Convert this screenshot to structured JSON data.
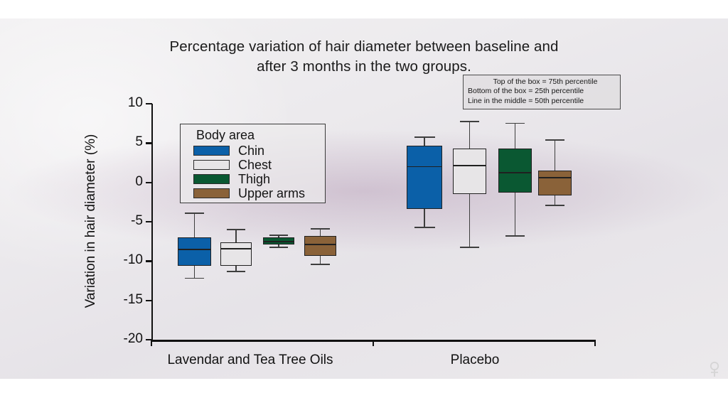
{
  "chart_data": {
    "type": "box",
    "title": "Percentage variation of hair diameter between baseline and after 3 months in the two groups.",
    "title_line1": "Percentage variation of hair diameter between baseline and",
    "title_line2": "after 3 months in the two groups.",
    "xlabel": "",
    "ylabel": "Variation in hair diameter (%)",
    "ylim": [
      -20,
      10
    ],
    "yticks": [
      10,
      5,
      0,
      -5,
      -10,
      -15,
      -20
    ],
    "ytick_labels": [
      "10",
      "5",
      "0",
      "-5",
      "-10",
      "-15",
      "-20"
    ],
    "grid": false,
    "groups": [
      "Lavendar and Tea Tree Oils",
      "Placebo"
    ],
    "legend_title": "Body area",
    "legend_position": "upper-left-inside",
    "series": [
      {
        "name": "Chin",
        "color": "#0B60A8"
      },
      {
        "name": "Chest",
        "color": "#E7E5E7"
      },
      {
        "name": "Thigh",
        "color": "#0A5832"
      },
      {
        "name": "Upper arms",
        "color": "#8A6239"
      }
    ],
    "boxes": [
      {
        "group": "Lavendar and Tea Tree Oils",
        "series": "Chin",
        "whisker_low": -12.1,
        "q1": -10.6,
        "median": -8.5,
        "q3": -7.0,
        "whisker_high": -3.8
      },
      {
        "group": "Lavendar and Tea Tree Oils",
        "series": "Chest",
        "whisker_low": -11.2,
        "q1": -10.6,
        "median": -8.4,
        "q3": -7.6,
        "whisker_high": -5.9
      },
      {
        "group": "Lavendar and Tea Tree Oils",
        "series": "Thigh",
        "whisker_low": -8.2,
        "q1": -7.9,
        "median": -7.5,
        "q3": -7.0,
        "whisker_high": -6.6
      },
      {
        "group": "Lavendar and Tea Tree Oils",
        "series": "Upper arms",
        "whisker_low": -10.3,
        "q1": -9.3,
        "median": -7.9,
        "q3": -6.8,
        "whisker_high": -5.8
      },
      {
        "group": "Placebo",
        "series": "Chin",
        "whisker_low": -5.6,
        "q1": -3.4,
        "median": 2.0,
        "q3": 4.7,
        "whisker_high": 5.8
      },
      {
        "group": "Placebo",
        "series": "Chest",
        "whisker_low": -8.2,
        "q1": -1.5,
        "median": 2.1,
        "q3": 4.3,
        "whisker_high": 7.8
      },
      {
        "group": "Placebo",
        "series": "Thigh",
        "whisker_low": -6.7,
        "q1": -1.3,
        "median": 1.2,
        "q3": 4.3,
        "whisker_high": 7.6
      },
      {
        "group": "Placebo",
        "series": "Upper arms",
        "whisker_low": -2.8,
        "q1": -1.7,
        "median": 0.6,
        "q3": 1.5,
        "whisker_high": 5.5
      }
    ],
    "annotation": {
      "line1": "Top of the box = 75th percentile",
      "line2": "Bottom of the box = 25th percentile",
      "line3": "Line in the middle = 50th percentile"
    }
  },
  "axis": {
    "y_label": "Variation in hair diameter (%)",
    "y_ticks": [
      "10",
      "5",
      "0",
      "-5",
      "-10",
      "-15",
      "-20"
    ],
    "x_ticks": [
      "Lavendar and Tea Tree Oils",
      "Placebo"
    ]
  },
  "legend": {
    "title": "Body area",
    "items": [
      {
        "label": "Chin",
        "color": "#0B60A8"
      },
      {
        "label": "Chest",
        "color": "#E7E5E7"
      },
      {
        "label": "Thigh",
        "color": "#0A5832"
      },
      {
        "label": "Upper arms",
        "color": "#8A6239"
      }
    ]
  },
  "note": {
    "line1": "Top of the box = 75th percentile",
    "line2": "Bottom of the box = 25th percentile",
    "line3": "Line in the middle = 50th percentile"
  },
  "title": {
    "line1": "Percentage variation of hair diameter between baseline and",
    "line2": "after 3 months in the two groups."
  }
}
